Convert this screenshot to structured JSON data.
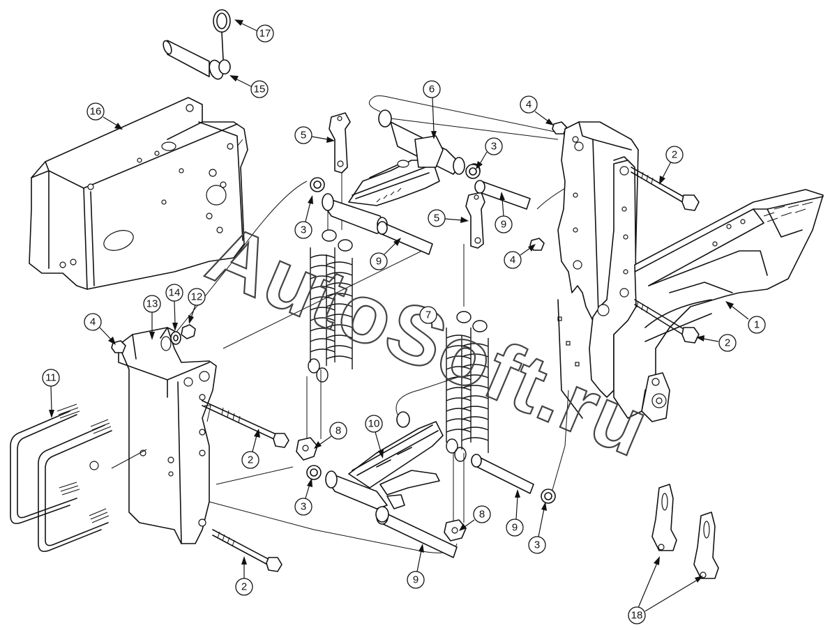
{
  "watermark": {
    "text": "AutoSoft.ru"
  },
  "callouts": [
    {
      "number": "1"
    },
    {
      "number": "2"
    },
    {
      "number": "2"
    },
    {
      "number": "2"
    },
    {
      "number": "2"
    },
    {
      "number": "3"
    },
    {
      "number": "3"
    },
    {
      "number": "3"
    },
    {
      "number": "3"
    },
    {
      "number": "4"
    },
    {
      "number": "4"
    },
    {
      "number": "4"
    },
    {
      "number": "5"
    },
    {
      "number": "5"
    },
    {
      "number": "6"
    },
    {
      "number": "7"
    },
    {
      "number": "8"
    },
    {
      "number": "8"
    },
    {
      "number": "9"
    },
    {
      "number": "9"
    },
    {
      "number": "9"
    },
    {
      "number": "9"
    },
    {
      "number": "10"
    },
    {
      "number": "11"
    },
    {
      "number": "12"
    },
    {
      "number": "13"
    },
    {
      "number": "14"
    },
    {
      "number": "15"
    },
    {
      "number": "16"
    },
    {
      "number": "17"
    },
    {
      "number": "18"
    }
  ]
}
